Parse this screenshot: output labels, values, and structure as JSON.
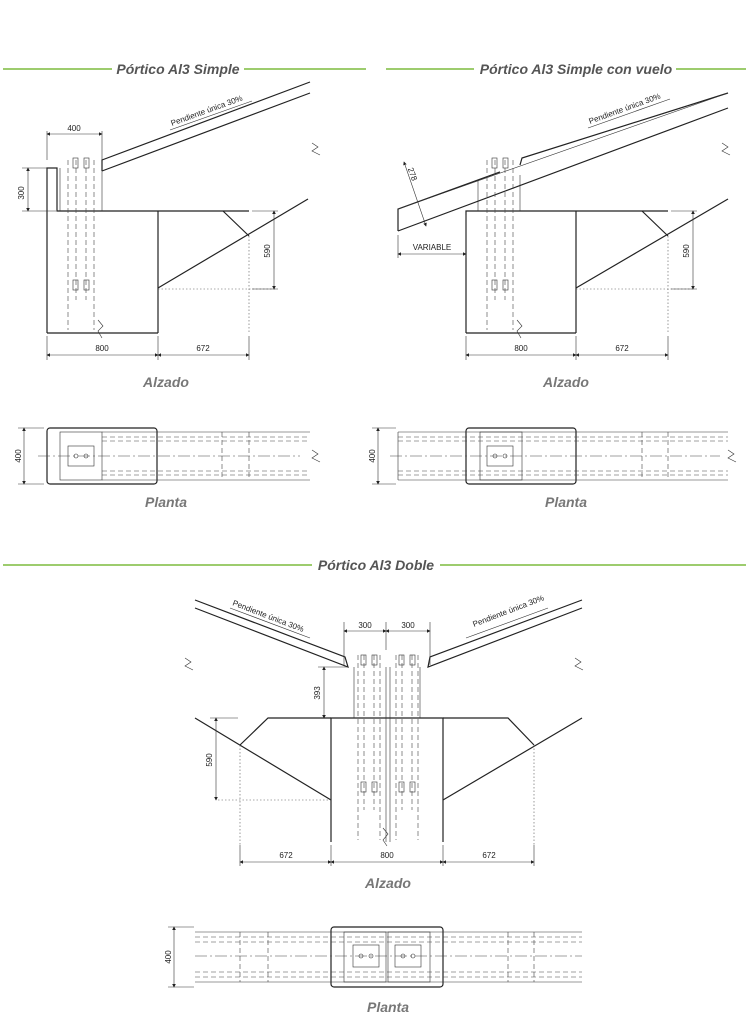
{
  "colors": {
    "rule": "#7dbb3e",
    "line": "#222222",
    "title": "#555555",
    "view_label": "#777777"
  },
  "sections": {
    "simple": {
      "title": "Pórtico Al3 Simple",
      "slope": "Pendiente única 30%",
      "dims": {
        "top": "400",
        "left": "300",
        "right": "590",
        "bottom_left": "800",
        "bottom_right": "672",
        "plan": "400"
      },
      "elevation_label": "Alzado",
      "plan_label": "Planta"
    },
    "overhang": {
      "title": "Pórtico Al3 Simple con vuelo",
      "slope": "Pendiente única 30%",
      "dims": {
        "oblique": "278",
        "variable": "VARIABLE",
        "right": "590",
        "bottom_left": "800",
        "bottom_right": "672",
        "plan": "400"
      },
      "elevation_label": "Alzado",
      "plan_label": "Planta"
    },
    "double": {
      "title": "Pórtico Al3 Doble",
      "slope_left": "Pendiente única 30%",
      "slope_right": "Pendiente única 30%",
      "dims": {
        "top_left": "300",
        "top_right": "300",
        "height": "393",
        "left": "590",
        "bottom_left": "672",
        "bottom_mid": "800",
        "bottom_right": "672",
        "plan": "400"
      },
      "elevation_label": "Alzado",
      "plan_label": "Planta"
    }
  }
}
